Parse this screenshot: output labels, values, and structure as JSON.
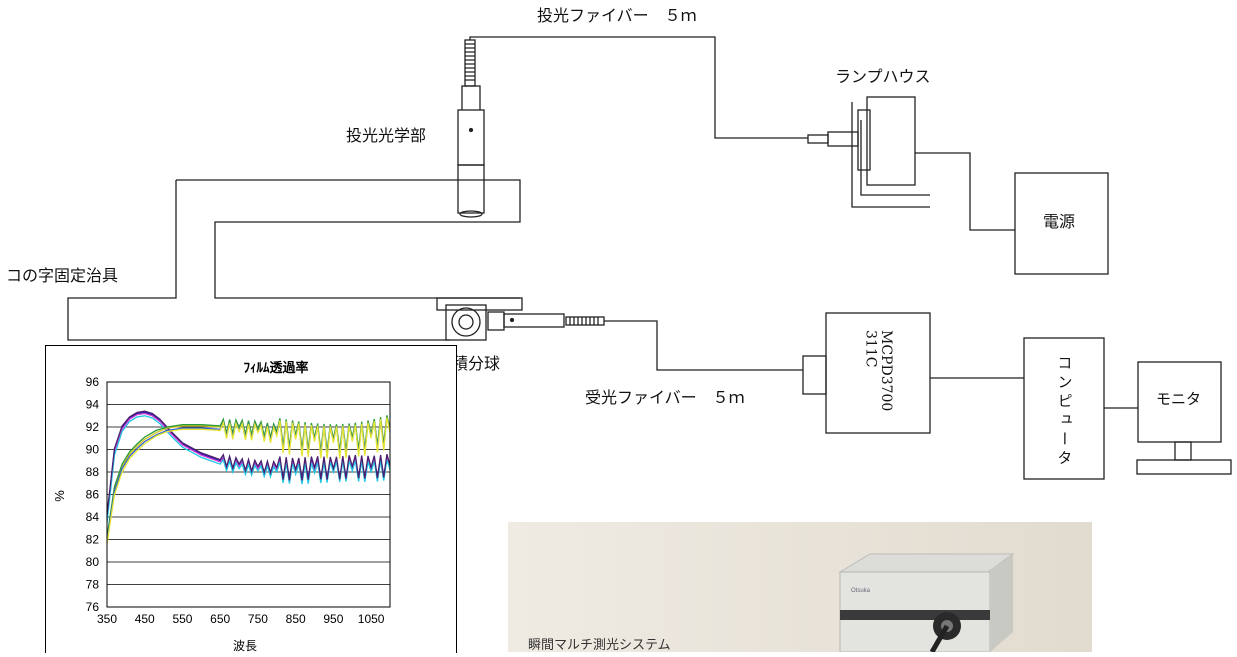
{
  "labels": {
    "projector_fiber": "投光ファイバー　５ｍ",
    "lamp_house": "ランプハウス",
    "projector_optics": "投光光学部",
    "power_supply": "電源",
    "u_fixture": "コの字固定治具",
    "integrating_sphere": "積分球",
    "receiver_fiber": "受光ファイバー　５ｍ",
    "spectrometer": "MCPD3700\n311C",
    "computer": "コンピュータ",
    "monitor": "モニタ"
  },
  "photo": {
    "caption": "瞬間マルチ測光システム",
    "brand": "Otsuka"
  },
  "chart_data": {
    "type": "line",
    "title": "ﾌｨﾙﾑ透過率",
    "xlabel": "波長",
    "ylabel": "%",
    "xlim": [
      350,
      1100
    ],
    "ylim": [
      76,
      96
    ],
    "xticks": [
      350,
      450,
      550,
      650,
      750,
      850,
      950,
      1050
    ],
    "yticks": [
      76,
      78,
      80,
      82,
      84,
      86,
      88,
      90,
      92,
      94,
      96
    ],
    "grid": true,
    "legend": "none",
    "series": [
      {
        "color": "#1f1fb4",
        "x": [
          350,
          370,
          390,
          410,
          430,
          450,
          470,
          490,
          520,
          550,
          600,
          650,
          700,
          750,
          800,
          850,
          900,
          950,
          1000,
          1050,
          1100
        ],
        "y": [
          84,
          90,
          92,
          92.8,
          93.2,
          93.3,
          93.1,
          92.6,
          91.5,
          90.5,
          89.6,
          89,
          88.6,
          88.4,
          88.3,
          88.2,
          88.3,
          88.2,
          88.4,
          88.3,
          88.5
        ]
      },
      {
        "color": "#d23cd2",
        "x": [
          350,
          370,
          390,
          410,
          430,
          450,
          470,
          490,
          520,
          550,
          600,
          650,
          700,
          750,
          800,
          850,
          900,
          950,
          1000,
          1050,
          1100
        ],
        "y": [
          83.8,
          89.8,
          91.8,
          92.7,
          93.1,
          93.2,
          93,
          92.5,
          91.4,
          90.4,
          89.5,
          88.9,
          88.5,
          88.3,
          88.2,
          88.1,
          88.1,
          88.2,
          88.3,
          88.2,
          88.4
        ]
      },
      {
        "color": "#20c8e6",
        "x": [
          350,
          370,
          390,
          410,
          430,
          450,
          470,
          490,
          520,
          550,
          600,
          650,
          700,
          750,
          800,
          850,
          900,
          950,
          1000,
          1050,
          1100
        ],
        "y": [
          83.5,
          89.5,
          91.6,
          92.5,
          92.9,
          93,
          92.8,
          92.3,
          91.2,
          90.2,
          89.3,
          88.7,
          88.3,
          88.1,
          88,
          87.8,
          87.9,
          88,
          88.1,
          88,
          88.2
        ]
      },
      {
        "color": "#4a1f6e",
        "x": [
          350,
          370,
          390,
          410,
          430,
          450,
          470,
          490,
          520,
          550,
          600,
          650,
          700,
          750,
          800,
          850,
          900,
          950,
          1000,
          1050,
          1100
        ],
        "y": [
          84.2,
          90.1,
          92.1,
          92.9,
          93.3,
          93.4,
          93.2,
          92.7,
          91.6,
          90.6,
          89.7,
          89.1,
          88.7,
          88.5,
          88.4,
          88.2,
          88.4,
          88.3,
          88.5,
          88.4,
          88.6
        ]
      },
      {
        "color": "#d2c81e",
        "x": [
          350,
          370,
          390,
          410,
          430,
          450,
          480,
          510,
          550,
          600,
          650,
          700,
          750,
          800,
          850,
          900,
          950,
          1000,
          1050,
          1100
        ],
        "y": [
          82,
          86.5,
          88.5,
          89.6,
          90.3,
          90.9,
          91.5,
          91.9,
          92.1,
          92.1,
          92,
          91.9,
          91.8,
          91.5,
          91.2,
          91,
          90.9,
          91,
          91.3,
          91.8
        ]
      },
      {
        "color": "#2a9a3a",
        "x": [
          350,
          370,
          390,
          410,
          430,
          450,
          480,
          510,
          550,
          600,
          650,
          700,
          750,
          800,
          850,
          900,
          950,
          1000,
          1050,
          1100
        ],
        "y": [
          82.2,
          86.7,
          88.7,
          89.8,
          90.5,
          91.1,
          91.7,
          92,
          92.2,
          92.2,
          92.1,
          92,
          91.9,
          91.6,
          91.3,
          91.1,
          91,
          91.1,
          91.4,
          91.9
        ]
      },
      {
        "color": "#2f5fd2",
        "x": [
          350,
          370,
          390,
          410,
          430,
          450,
          480,
          510,
          550,
          600,
          650,
          700,
          750,
          800,
          850,
          900,
          950,
          1000,
          1050,
          1100
        ],
        "y": [
          81.8,
          86.3,
          88.3,
          89.4,
          90.1,
          90.7,
          91.3,
          91.7,
          91.9,
          91.9,
          91.8,
          91.7,
          91.6,
          91.3,
          91,
          90.8,
          90.7,
          90.8,
          91.1,
          91.6
        ]
      },
      {
        "color": "#e6e632",
        "x": [
          350,
          370,
          390,
          410,
          430,
          450,
          480,
          510,
          550,
          600,
          650,
          700,
          750,
          800,
          850,
          900,
          950,
          1000,
          1050,
          1100
        ],
        "y": [
          81.6,
          86,
          88,
          89.2,
          89.9,
          90.5,
          91.2,
          91.6,
          91.8,
          91.8,
          91.7,
          91.6,
          91.5,
          91.2,
          90.9,
          90.7,
          90.6,
          90.7,
          91,
          91.5
        ]
      }
    ]
  }
}
